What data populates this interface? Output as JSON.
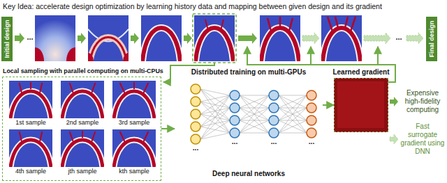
{
  "diagram": {
    "title": "Key Idea: accelerate design optimization by learning history data and mapping between given design and its gradient",
    "nodes": [
      {
        "text": [
          "Initial design"
        ]
      },
      {
        "text": [
          "Final design"
        ]
      },
      {
        "text": [
          "Local sampling with parallel computing on multi-CPUs"
        ]
      },
      {
        "text": [
          "1st sample"
        ],
        "in": 2
      },
      {
        "text": [
          "2nd sample"
        ],
        "in": 2
      },
      {
        "text": [
          "3rd sample"
        ],
        "in": 2
      },
      {
        "text": [
          "4th sample"
        ],
        "in": 2
      },
      {
        "text": [
          "jth sample"
        ],
        "in": 2
      },
      {
        "text": [
          "kth sample"
        ],
        "in": 2
      },
      {
        "text": [
          "Distributed training on multi-GPUs",
          "Deep neural networks"
        ]
      },
      {
        "text": [
          "Learned gradient"
        ]
      }
    ],
    "edges": [
      {
        "from": 2,
        "to": 9,
        "arrow": "to"
      },
      {
        "from": 9,
        "to": 10,
        "arrow": "to"
      }
    ],
    "labels": [
      "...",
      "...",
      "...",
      "...",
      "...",
      "...",
      "Expensive high-fidelity computing",
      "Fast surrogate gradient using DNN"
    ]
  }
}
